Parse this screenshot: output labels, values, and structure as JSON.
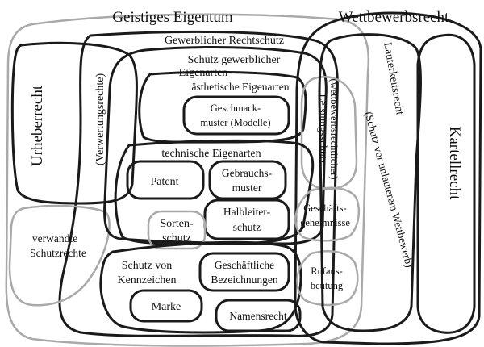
{
  "diagram": {
    "labels": {
      "geistiges_eigentum": "Geistiges Eigentum",
      "wettbewerbsrecht": "Wettbewerbsrecht",
      "gewerblicher_rechtsschutz": "Gewerblicher Rechtschutz",
      "schutz_gewerblicher_1": "Schutz gewerblicher",
      "schutz_gewerblicher_2": "Eigenarten",
      "aesthetische_eigenarten": "ästhetische Eigenarten",
      "geschmacksmuster_1": "Geschmack-",
      "geschmacksmuster_2": "muster (Modelle)",
      "urheberrecht": "Urheberrecht",
      "verwertungsrechte": "(Verwertungsrechte)",
      "technische_eigenarten": "technische Eigenarten",
      "patent": "Patent",
      "gebrauchsmuster_1": "Gebrauchs-",
      "gebrauchsmuster_2": "muster",
      "halbleiterschutz_1": "Halbleiter-",
      "halbleiterschutz_2": "schutz",
      "sortenschutz_1": "Sorten-",
      "sortenschutz_2": "schutz",
      "verwandte_1": "verwandte",
      "verwandte_2": "Schutzrechte",
      "schutz_kennzeichen_1": "Schutz von",
      "schutz_kennzeichen_2": "Kennzeichen",
      "geschaeftliche_1": "Geschäftliche",
      "geschaeftliche_2": "Bezeichnungen",
      "marke": "Marke",
      "namensrecht": "Namensrecht",
      "wettbewerbsrechtlicher_1": "(wettbewerbsrechtlicher)",
      "wettbewerbsrechtlicher_2": "Leistungsschutz",
      "geschaeftsgeheimnisse_1": "Geschäfts-",
      "geschaeftsgeheimnisse_2": "geheimnisse",
      "rufausbeutung_1": "Rufaus-",
      "rufausbeutung_2": "beutung",
      "lauterkeitsrecht": "Lauterkeitsrecht",
      "schutz_unlauterem": "(Schutz vor unlauterem Wettbewerb)",
      "kartellrecht": "Kartellrecht"
    }
  }
}
